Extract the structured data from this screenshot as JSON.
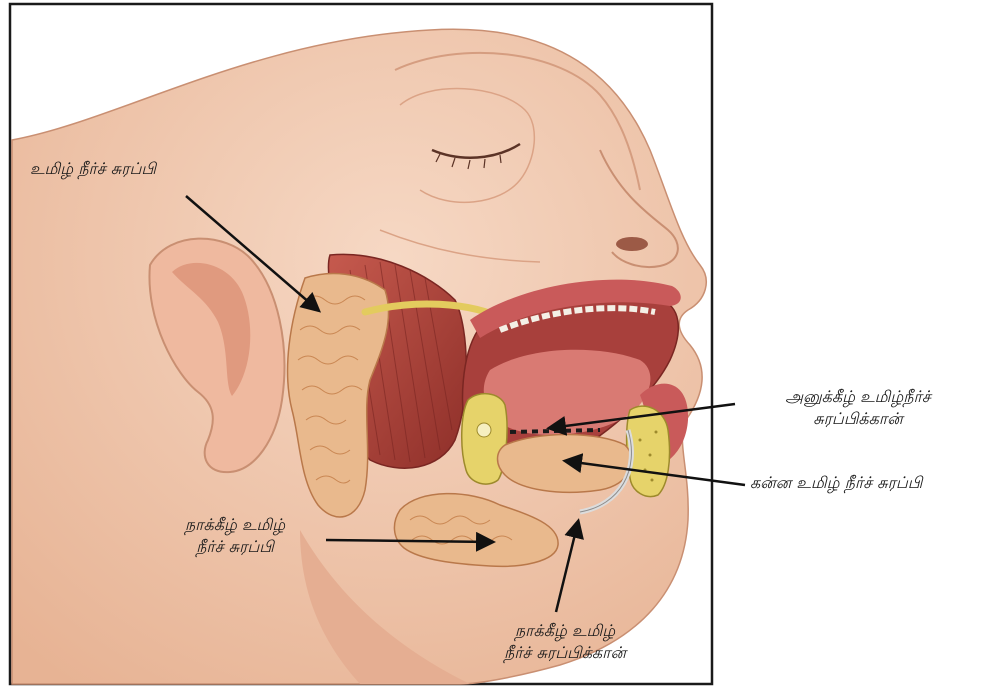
{
  "labels": {
    "parotid": "உமிழ் நீர்ச் சுரப்பி",
    "sublingual_duct_line1": "அனுக்கீழ் உமிழ்நீர்ச்",
    "sublingual_duct_line2": "சுரப்பிக்கான்",
    "cheek_gland": "கன்ன உமிழ் நீர்ச் சுரப்பி",
    "sublingual_gland_line1": "நாக்கீழ் உமிழ்",
    "sublingual_gland_line2": "நீர்ச் சுரப்பி",
    "submandibular_duct_line1": "நாக்கீழ் உமிழ்",
    "submandibular_duct_line2": "நீர்ச் சுரப்பிக்கான்"
  },
  "colors": {
    "frame": "#1a1a1a",
    "skin": "#f2cbb3",
    "skin_shadow": "#e2a98c",
    "gland": "#e8b98e",
    "gland_lobule": "#d9995f",
    "muscle": "#b5473e",
    "muscle_dark": "#8a2b26",
    "lip": "#c95a5a",
    "mouth_inner": "#a8403c",
    "tongue": "#d97a73",
    "nerve": "#e8d16a",
    "bone": "#e6d36a",
    "duct": "#eaeaea",
    "arrow": "#111111"
  }
}
